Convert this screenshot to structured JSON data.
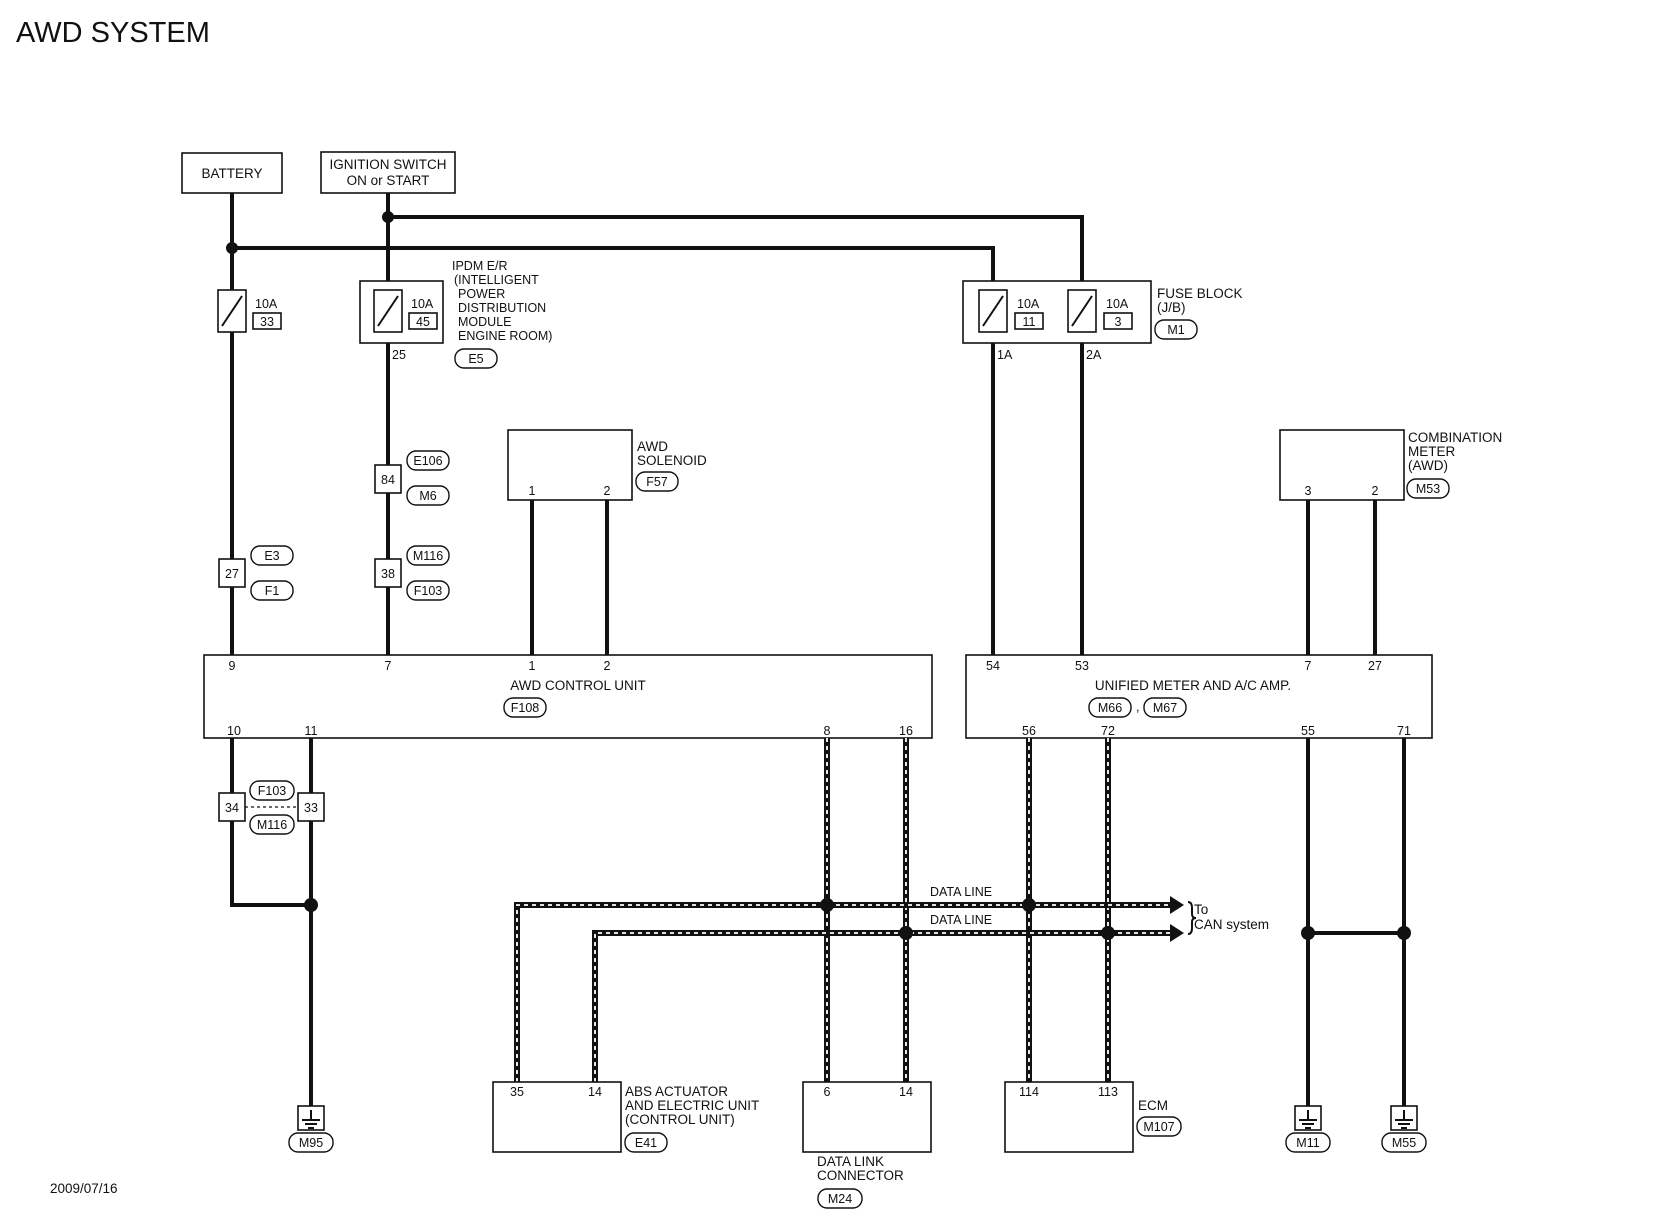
{
  "title": "AWD SYSTEM",
  "date": "2009/07/16",
  "power": {
    "battery": "BATTERY",
    "ignition": [
      "IGNITION SWITCH",
      "ON or START"
    ]
  },
  "ipdm": {
    "label": [
      "IPDM E/R",
      "(INTELLIGENT",
      "POWER",
      "DISTRIBUTION",
      "MODULE",
      "ENGINE ROOM)"
    ],
    "connector": "E5",
    "fuse_rating": "10A",
    "fuse_no": "45",
    "terminal": "25"
  },
  "battery_fuse": {
    "rating": "10A",
    "no": "33"
  },
  "fuse_block": {
    "label": [
      "FUSE BLOCK",
      "(J/B)"
    ],
    "connector": "M1",
    "fuse1_rating": "10A",
    "fuse1_no": "11",
    "fuse1_terminal": "1A",
    "fuse2_rating": "10A",
    "fuse2_no": "3",
    "fuse2_terminal": "2A"
  },
  "joints": {
    "j84": {
      "pin": "84",
      "top": "E106",
      "bottom": "M6"
    },
    "j38": {
      "pin": "38",
      "top": "M116",
      "bottom": "F103"
    },
    "j27": {
      "pin": "27",
      "top": "E3",
      "bottom": "F1"
    },
    "j34_33": {
      "left": "34",
      "right": "33",
      "top": "F103",
      "bottom": "M116"
    }
  },
  "awd_solenoid": {
    "label": [
      "AWD",
      "SOLENOID"
    ],
    "connector": "F57",
    "pins": [
      "1",
      "2"
    ]
  },
  "combination_meter": {
    "label": [
      "COMBINATION",
      "METER",
      "(AWD)"
    ],
    "connector": "M53",
    "pins": [
      "3",
      "2"
    ]
  },
  "awd_control_unit": {
    "label": "AWD CONTROL UNIT",
    "connector": "F108",
    "top_pins": [
      "9",
      "7",
      "1",
      "2"
    ],
    "bottom_pins": [
      "10",
      "11",
      "8",
      "16"
    ]
  },
  "unified_meter": {
    "label": "UNIFIED METER AND A/C AMP.",
    "connectors": [
      "M66",
      "M67"
    ],
    "top_pins": [
      "54",
      "53",
      "7",
      "27"
    ],
    "bottom_pins": [
      "56",
      "72",
      "55",
      "71"
    ]
  },
  "data_lines": {
    "label1": "DATA LINE",
    "label2": "DATA LINE",
    "to": [
      "To",
      "CAN system"
    ]
  },
  "abs": {
    "label": [
      "ABS ACTUATOR",
      "AND ELECTRIC UNIT",
      "(CONTROL UNIT)"
    ],
    "connector": "E41",
    "pins": [
      "35",
      "14"
    ]
  },
  "dlc": {
    "label": [
      "DATA LINK",
      "CONNECTOR"
    ],
    "connector": "M24",
    "pins": [
      "6",
      "14"
    ]
  },
  "ecm": {
    "label": "ECM",
    "connector": "M107",
    "pins": [
      "114",
      "113"
    ]
  },
  "grounds": [
    "M95",
    "M11",
    "M55"
  ]
}
